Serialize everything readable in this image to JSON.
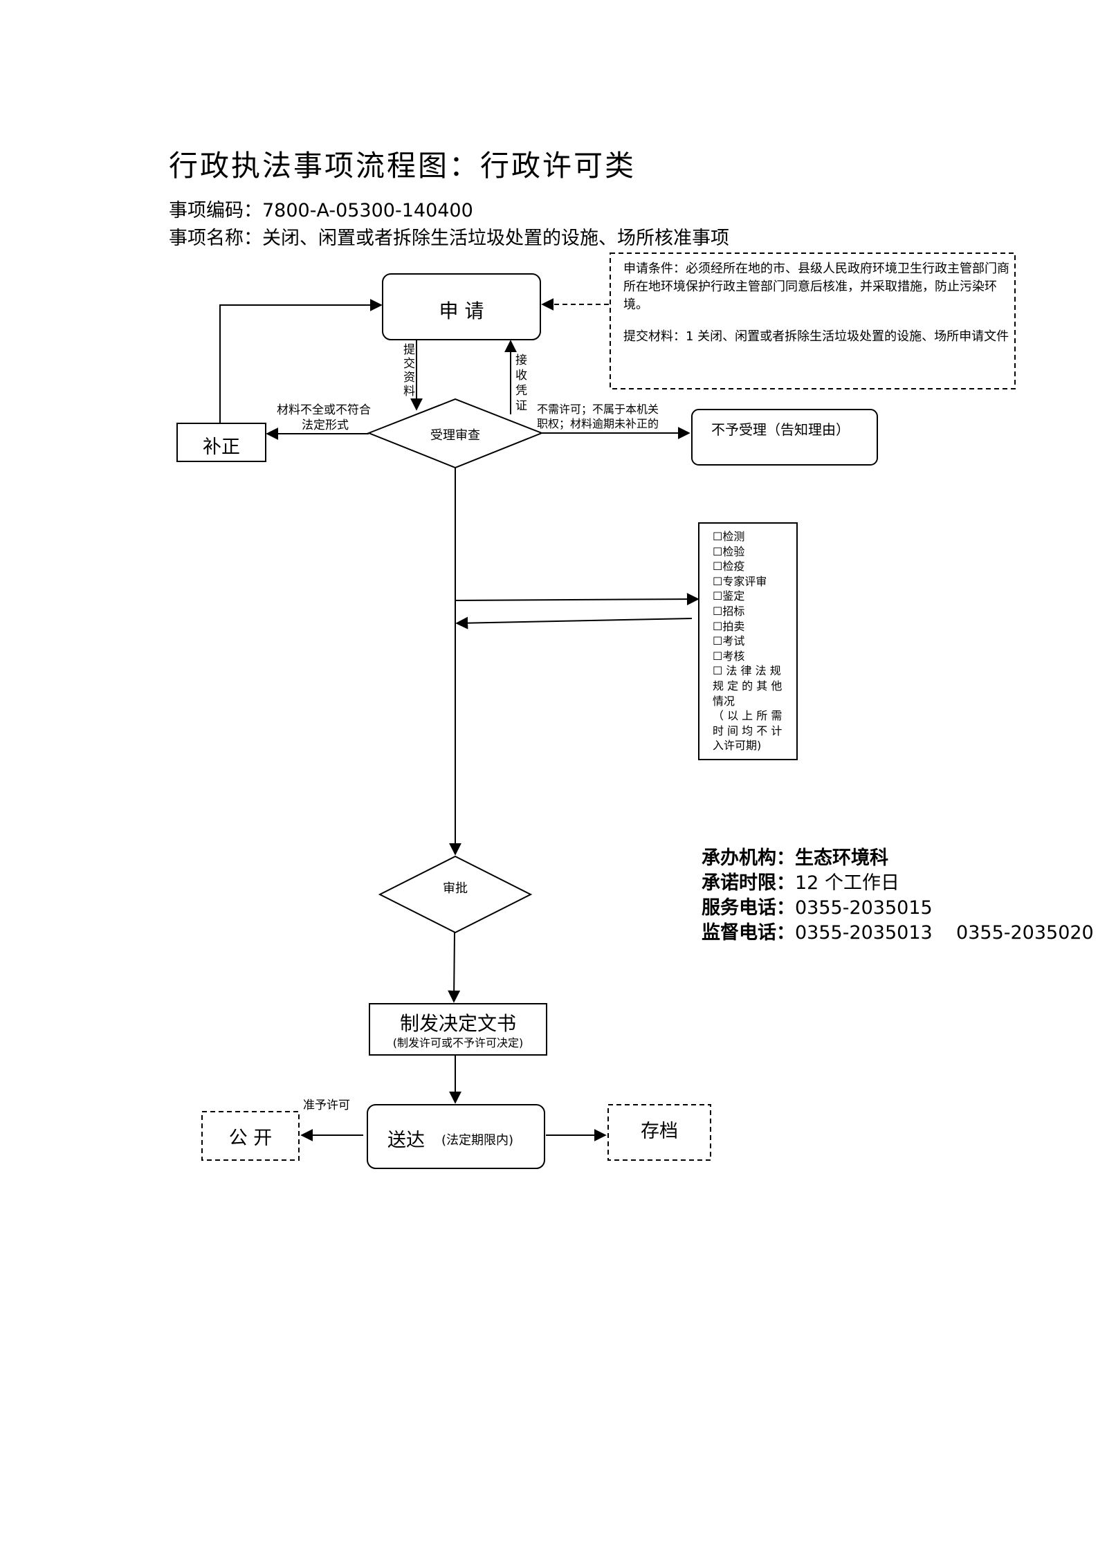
{
  "title": "行政执法事项流程图：行政许可类",
  "code_line": "事项编码：7800-A-05300-140400",
  "name_line": "事项名称：关闭、闲置或者拆除生活垃圾处置的设施、场所核准事项",
  "nodes": {
    "apply": "申 请",
    "review": "受理审查",
    "correct": "补正",
    "reject": "不予受理（告知理由）",
    "approve": "审批",
    "decision_main": "制发决定文书",
    "decision_sub": "(制发许可或不予许可决定)",
    "deliver_main": "送达",
    "deliver_sub": "(法定期限内)",
    "publish": "公 开",
    "archive": "存档"
  },
  "note": {
    "conditions": "申请条件：必须经所在地的市、县级人民政府环境卫生行政主管部门商所在地环境保护行政主管部门同意后核准，并采取措施，防止污染环境。",
    "materials": "提交材料：1 关闭、闲置或者拆除生活垃圾处置的设施、场所申请文件"
  },
  "edge_labels": {
    "submit": [
      "提",
      "交",
      "资",
      "料"
    ],
    "receipt": [
      "接",
      "收",
      "凭",
      "证"
    ],
    "incomplete_1": "材料不全或不符合",
    "incomplete_2": "法定形式",
    "no_need_1": "不需许可；不属于本机关",
    "no_need_2": "职权；材料逾期未补正的",
    "grant": "准予许可"
  },
  "checklist": {
    "items": [
      "☐检测",
      "☐检验",
      "☐检疫",
      "☐专家评审",
      "☐鉴定",
      "☐招标",
      "☐拍卖",
      "☐考试",
      "☐考核",
      "☐ 法 律 法 规",
      "规 定 的 其 他",
      "情况",
      "（ 以 上 所 需",
      "时 间 均 不 计",
      "入许可期)"
    ]
  },
  "info": {
    "org_label": "承办机构：",
    "org_value": "生态环境科",
    "time_label": "承诺时限：",
    "time_value": "12 个工作日",
    "service_label": "服务电话：",
    "service_value": "0355-2035015",
    "supervise_label": "监督电话：",
    "supervise_value": "0355-2035013    0355-2035020"
  }
}
